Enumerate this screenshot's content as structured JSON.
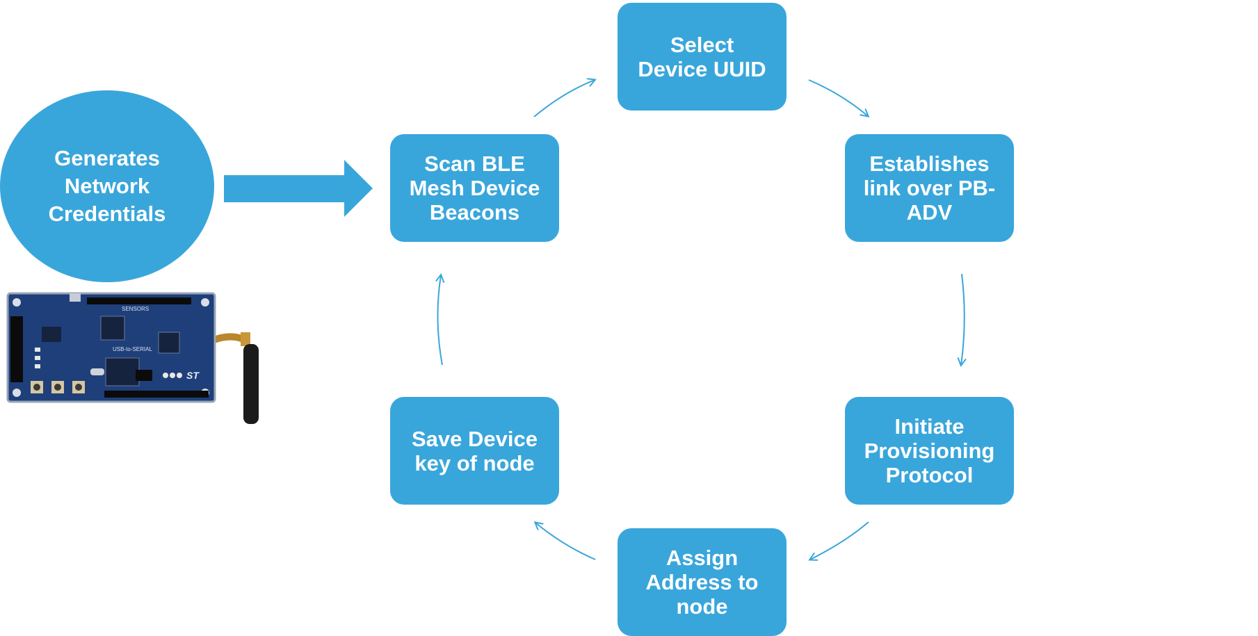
{
  "source": {
    "lines": [
      "Generates",
      "Network",
      "Credentials"
    ]
  },
  "steps": [
    {
      "id": "select",
      "lines": [
        "Select",
        "Device UUID"
      ]
    },
    {
      "id": "establish",
      "lines": [
        "Establishes",
        "link over PB-",
        "ADV"
      ]
    },
    {
      "id": "initiate",
      "lines": [
        "Initiate",
        "Provisioning",
        "Protocol"
      ]
    },
    {
      "id": "assign",
      "lines": [
        "Assign",
        "Address to",
        "node"
      ]
    },
    {
      "id": "save",
      "lines": [
        "Save Device",
        "key of node"
      ]
    },
    {
      "id": "scan",
      "lines": [
        "Scan BLE",
        "Mesh Device",
        "Beacons"
      ]
    }
  ],
  "board": {
    "logo_text": "ST",
    "pcb_label_1": "SENSORS",
    "pcb_label_2": "USB-to-SERIAL"
  },
  "colors": {
    "accent": "#39a6db",
    "box_text": "#ffffff",
    "pcb": "#1f3f7a",
    "antenna": "#1b1b1b"
  }
}
